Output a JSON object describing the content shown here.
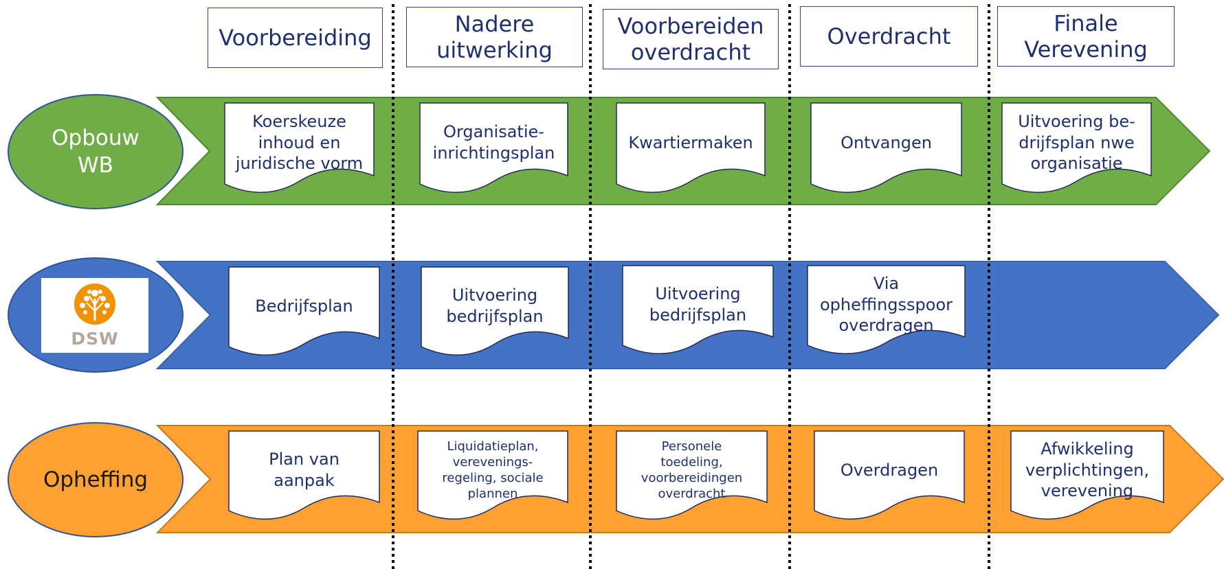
{
  "phases": [
    "Voorbereiding",
    "Nadere\nuitwerking",
    "Voorbereiden\noverdracht",
    "Overdracht",
    "Finale\nVerevening"
  ],
  "lanes": [
    {
      "label": "Opbouw\nWB",
      "color": "#70ad47",
      "steps": [
        "Koerskeuze\ninhoud en\njuridische vorm",
        "Organisatie-\ninrichtingsplan",
        "Kwartiermaken",
        "Ontvangen",
        "Uitvoering be-\ndrijfsplan nwe\norganisatie"
      ]
    },
    {
      "label": "DSW",
      "color": "#4472c4",
      "logo_icon": "dsw-tree-icon",
      "logo_color": "#f39200",
      "steps": [
        "Bedrijfsplan",
        "Uitvoering\nbedrijfsplan",
        "Uitvoering\nbedrijfsplan",
        "Via\nopheffingsspoor\noverdragen"
      ]
    },
    {
      "label": "Opheffing",
      "color": "#ffa033",
      "steps": [
        "Plan van\naanpak",
        "Liquidatieplan,\nverevenings-\nregeling, sociale\nplannen",
        "Personele\ntoedeling,\nvoorbereidingen\noverdracht",
        "Overdragen",
        "Afwikkeling\nverplichtingen,\nverevening"
      ]
    }
  ]
}
